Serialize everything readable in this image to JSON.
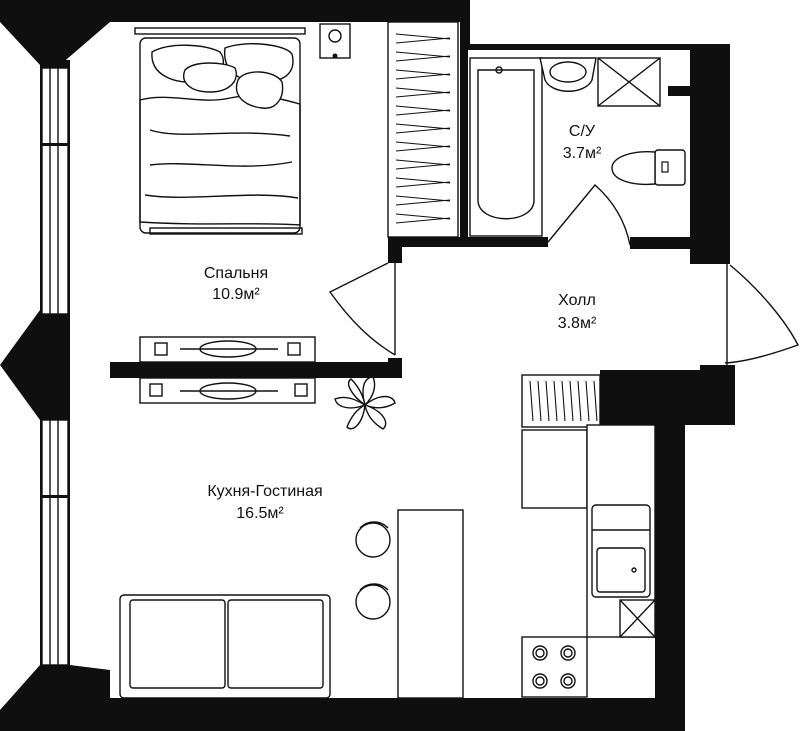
{
  "rooms": {
    "bedroom": {
      "name": "Спальня",
      "area": "10.9м²"
    },
    "bathroom": {
      "name": "С/У",
      "area": "3.7м²"
    },
    "hall": {
      "name": "Холл",
      "area": "3.8м²"
    },
    "kitchen_living": {
      "name": "Кухня-Гостиная",
      "area": "16.5м²"
    }
  },
  "colors": {
    "wall": "#0f0f0f",
    "line": "#111111",
    "background": "#ffffff"
  }
}
